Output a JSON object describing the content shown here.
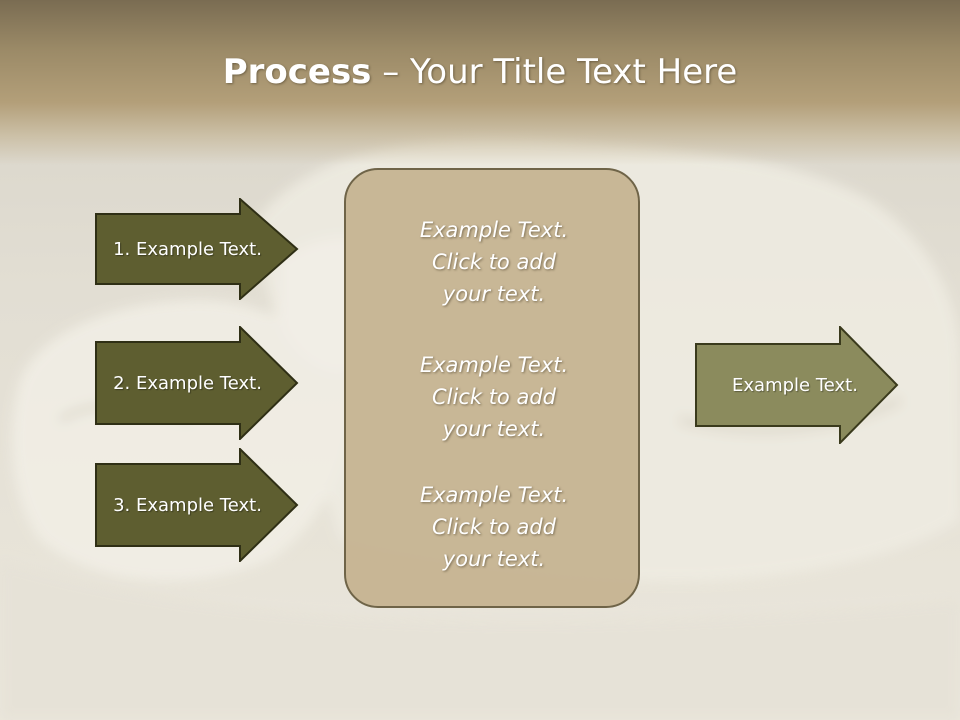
{
  "slide": {
    "title_bold": "Process",
    "title_rest": " – Your Title Text Here",
    "left_steps": [
      {
        "label": "1. Example Text."
      },
      {
        "label": "2. Example Text."
      },
      {
        "label": "3. Example Text."
      }
    ],
    "center_items": [
      {
        "line1": "Example Text.",
        "line2": "Click  to add",
        "line3": "your text."
      },
      {
        "line1": "Example Text.",
        "line2": "Click  to add",
        "line3": "your text."
      },
      {
        "line1": "Example Text.",
        "line2": "Click  to add",
        "line3": "your text."
      }
    ],
    "right_step": {
      "label": "Example Text."
    }
  },
  "colors": {
    "left_arrow_fill": "#5e5e30",
    "right_arrow_fill": "#8b8b5d",
    "arrow_border": "#2f2f15",
    "center_box_fill": "#c4b28f",
    "title_band": "#9b8a67"
  }
}
